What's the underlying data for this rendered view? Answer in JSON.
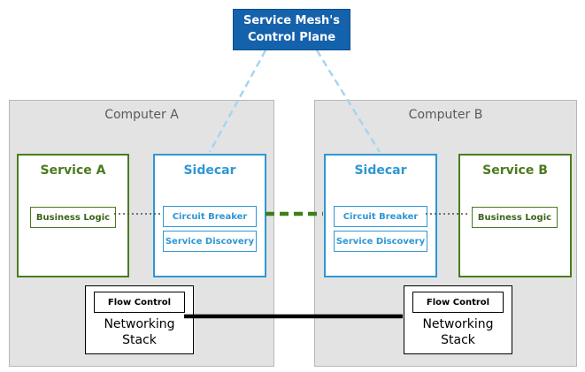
{
  "control_plane": {
    "line1": "Service Mesh's",
    "line2": "Control Plane"
  },
  "computer_a": {
    "title": "Computer A",
    "service": {
      "title": "Service A",
      "inner": "Business Logic"
    },
    "sidecar": {
      "title": "Sidecar",
      "items": [
        "Circuit Breaker",
        "Service Discovery"
      ]
    },
    "networking": {
      "inner": "Flow Control",
      "title": "Networking Stack"
    }
  },
  "computer_b": {
    "title": "Computer B",
    "service": {
      "title": "Service B",
      "inner": "Business Logic"
    },
    "sidecar": {
      "title": "Sidecar",
      "items": [
        "Circuit Breaker",
        "Service Discovery"
      ]
    },
    "networking": {
      "inner": "Flow Control",
      "title": "Networking Stack"
    }
  },
  "colors": {
    "control_plane_bg": "#1562ac",
    "blue_accent": "#2e97d4",
    "green_accent": "#4a7b1f",
    "control_link_dashed": "#a6d5f0",
    "sidecar_link_green": "#3f7d19",
    "network_link_black": "#000000",
    "dotted_link_gray": "#4a4a4a",
    "computer_fill": "#e3e3e3",
    "computer_border": "#b7b7b7"
  }
}
